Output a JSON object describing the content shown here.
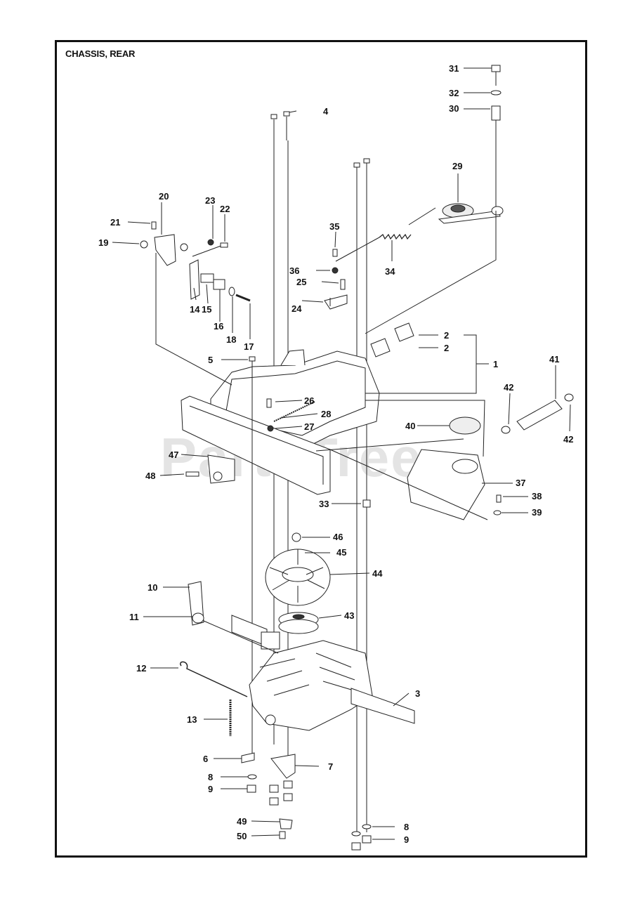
{
  "title": "CHASSIS, REAR",
  "watermark": "PartsTree",
  "callouts": [
    {
      "id": "c1",
      "label": "1"
    },
    {
      "id": "c2a",
      "label": "2"
    },
    {
      "id": "c2b",
      "label": "2"
    },
    {
      "id": "c3",
      "label": "3"
    },
    {
      "id": "c4",
      "label": "4"
    },
    {
      "id": "c5",
      "label": "5"
    },
    {
      "id": "c6",
      "label": "6"
    },
    {
      "id": "c7",
      "label": "7"
    },
    {
      "id": "c8a",
      "label": "8"
    },
    {
      "id": "c8b",
      "label": "8"
    },
    {
      "id": "c9a",
      "label": "9"
    },
    {
      "id": "c9b",
      "label": "9"
    },
    {
      "id": "c10",
      "label": "10"
    },
    {
      "id": "c11",
      "label": "11"
    },
    {
      "id": "c12",
      "label": "12"
    },
    {
      "id": "c13",
      "label": "13"
    },
    {
      "id": "c14",
      "label": "14"
    },
    {
      "id": "c15",
      "label": "15"
    },
    {
      "id": "c16",
      "label": "16"
    },
    {
      "id": "c17",
      "label": "17"
    },
    {
      "id": "c18",
      "label": "18"
    },
    {
      "id": "c19",
      "label": "19"
    },
    {
      "id": "c20",
      "label": "20"
    },
    {
      "id": "c21",
      "label": "21"
    },
    {
      "id": "c22",
      "label": "22"
    },
    {
      "id": "c23",
      "label": "23"
    },
    {
      "id": "c24",
      "label": "24"
    },
    {
      "id": "c25",
      "label": "25"
    },
    {
      "id": "c26",
      "label": "26"
    },
    {
      "id": "c27",
      "label": "27"
    },
    {
      "id": "c28",
      "label": "28"
    },
    {
      "id": "c29",
      "label": "29"
    },
    {
      "id": "c30",
      "label": "30"
    },
    {
      "id": "c31",
      "label": "31"
    },
    {
      "id": "c32",
      "label": "32"
    },
    {
      "id": "c33",
      "label": "33"
    },
    {
      "id": "c34",
      "label": "34"
    },
    {
      "id": "c35",
      "label": "35"
    },
    {
      "id": "c36",
      "label": "36"
    },
    {
      "id": "c37",
      "label": "37"
    },
    {
      "id": "c38",
      "label": "38"
    },
    {
      "id": "c39",
      "label": "39"
    },
    {
      "id": "c40",
      "label": "40"
    },
    {
      "id": "c41",
      "label": "41"
    },
    {
      "id": "c42a",
      "label": "42"
    },
    {
      "id": "c42b",
      "label": "42"
    },
    {
      "id": "c43",
      "label": "43"
    },
    {
      "id": "c44",
      "label": "44"
    },
    {
      "id": "c45",
      "label": "45"
    },
    {
      "id": "c46",
      "label": "46"
    },
    {
      "id": "c47",
      "label": "47"
    },
    {
      "id": "c48",
      "label": "48"
    },
    {
      "id": "c49",
      "label": "49"
    },
    {
      "id": "c50",
      "label": "50"
    }
  ]
}
